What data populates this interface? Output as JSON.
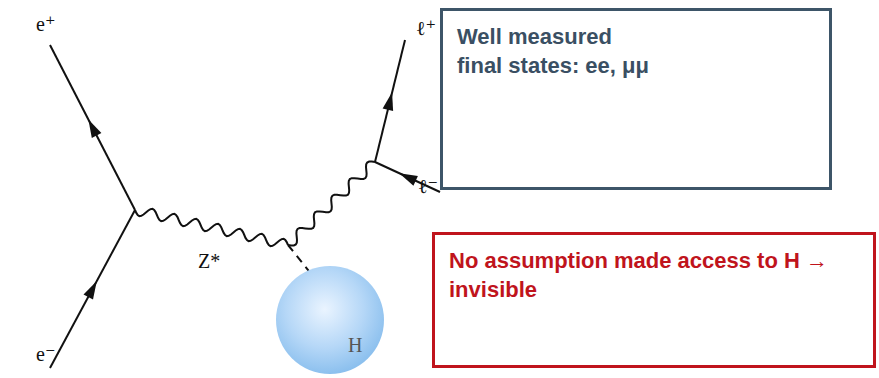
{
  "diagram": {
    "nodes": [
      {
        "text": [
          "Well measured final states: ee, μμ"
        ]
      },
      {
        "text": [
          "H"
        ]
      },
      {
        "text": [
          "No assumption made access to H → invisible"
        ]
      }
    ],
    "labels": [
      "e⁺",
      "e⁻",
      "Z*",
      "ℓ⁺",
      "ℓ⁻"
    ]
  }
}
